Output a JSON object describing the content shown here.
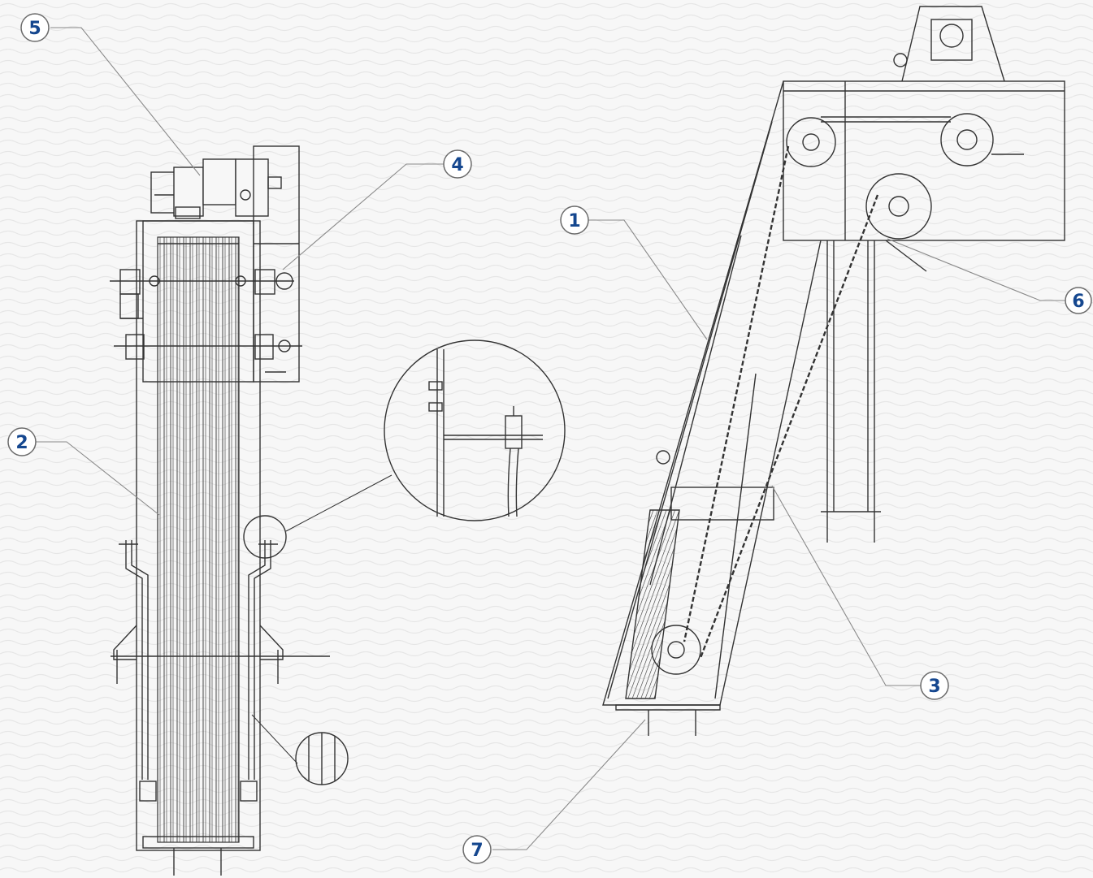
{
  "colors": {
    "background": "#f7f7f7",
    "wave": "#e6e6e6",
    "line": "#333333",
    "leader": "#8a8a8a",
    "callout_fill": "#ffffff",
    "callout_stroke": "#6b6b6b",
    "callout_text": "#15478f"
  },
  "callouts": {
    "c1": "1",
    "c2": "2",
    "c3": "3",
    "c4": "4",
    "c5": "5",
    "c6": "6",
    "c7": "7"
  }
}
